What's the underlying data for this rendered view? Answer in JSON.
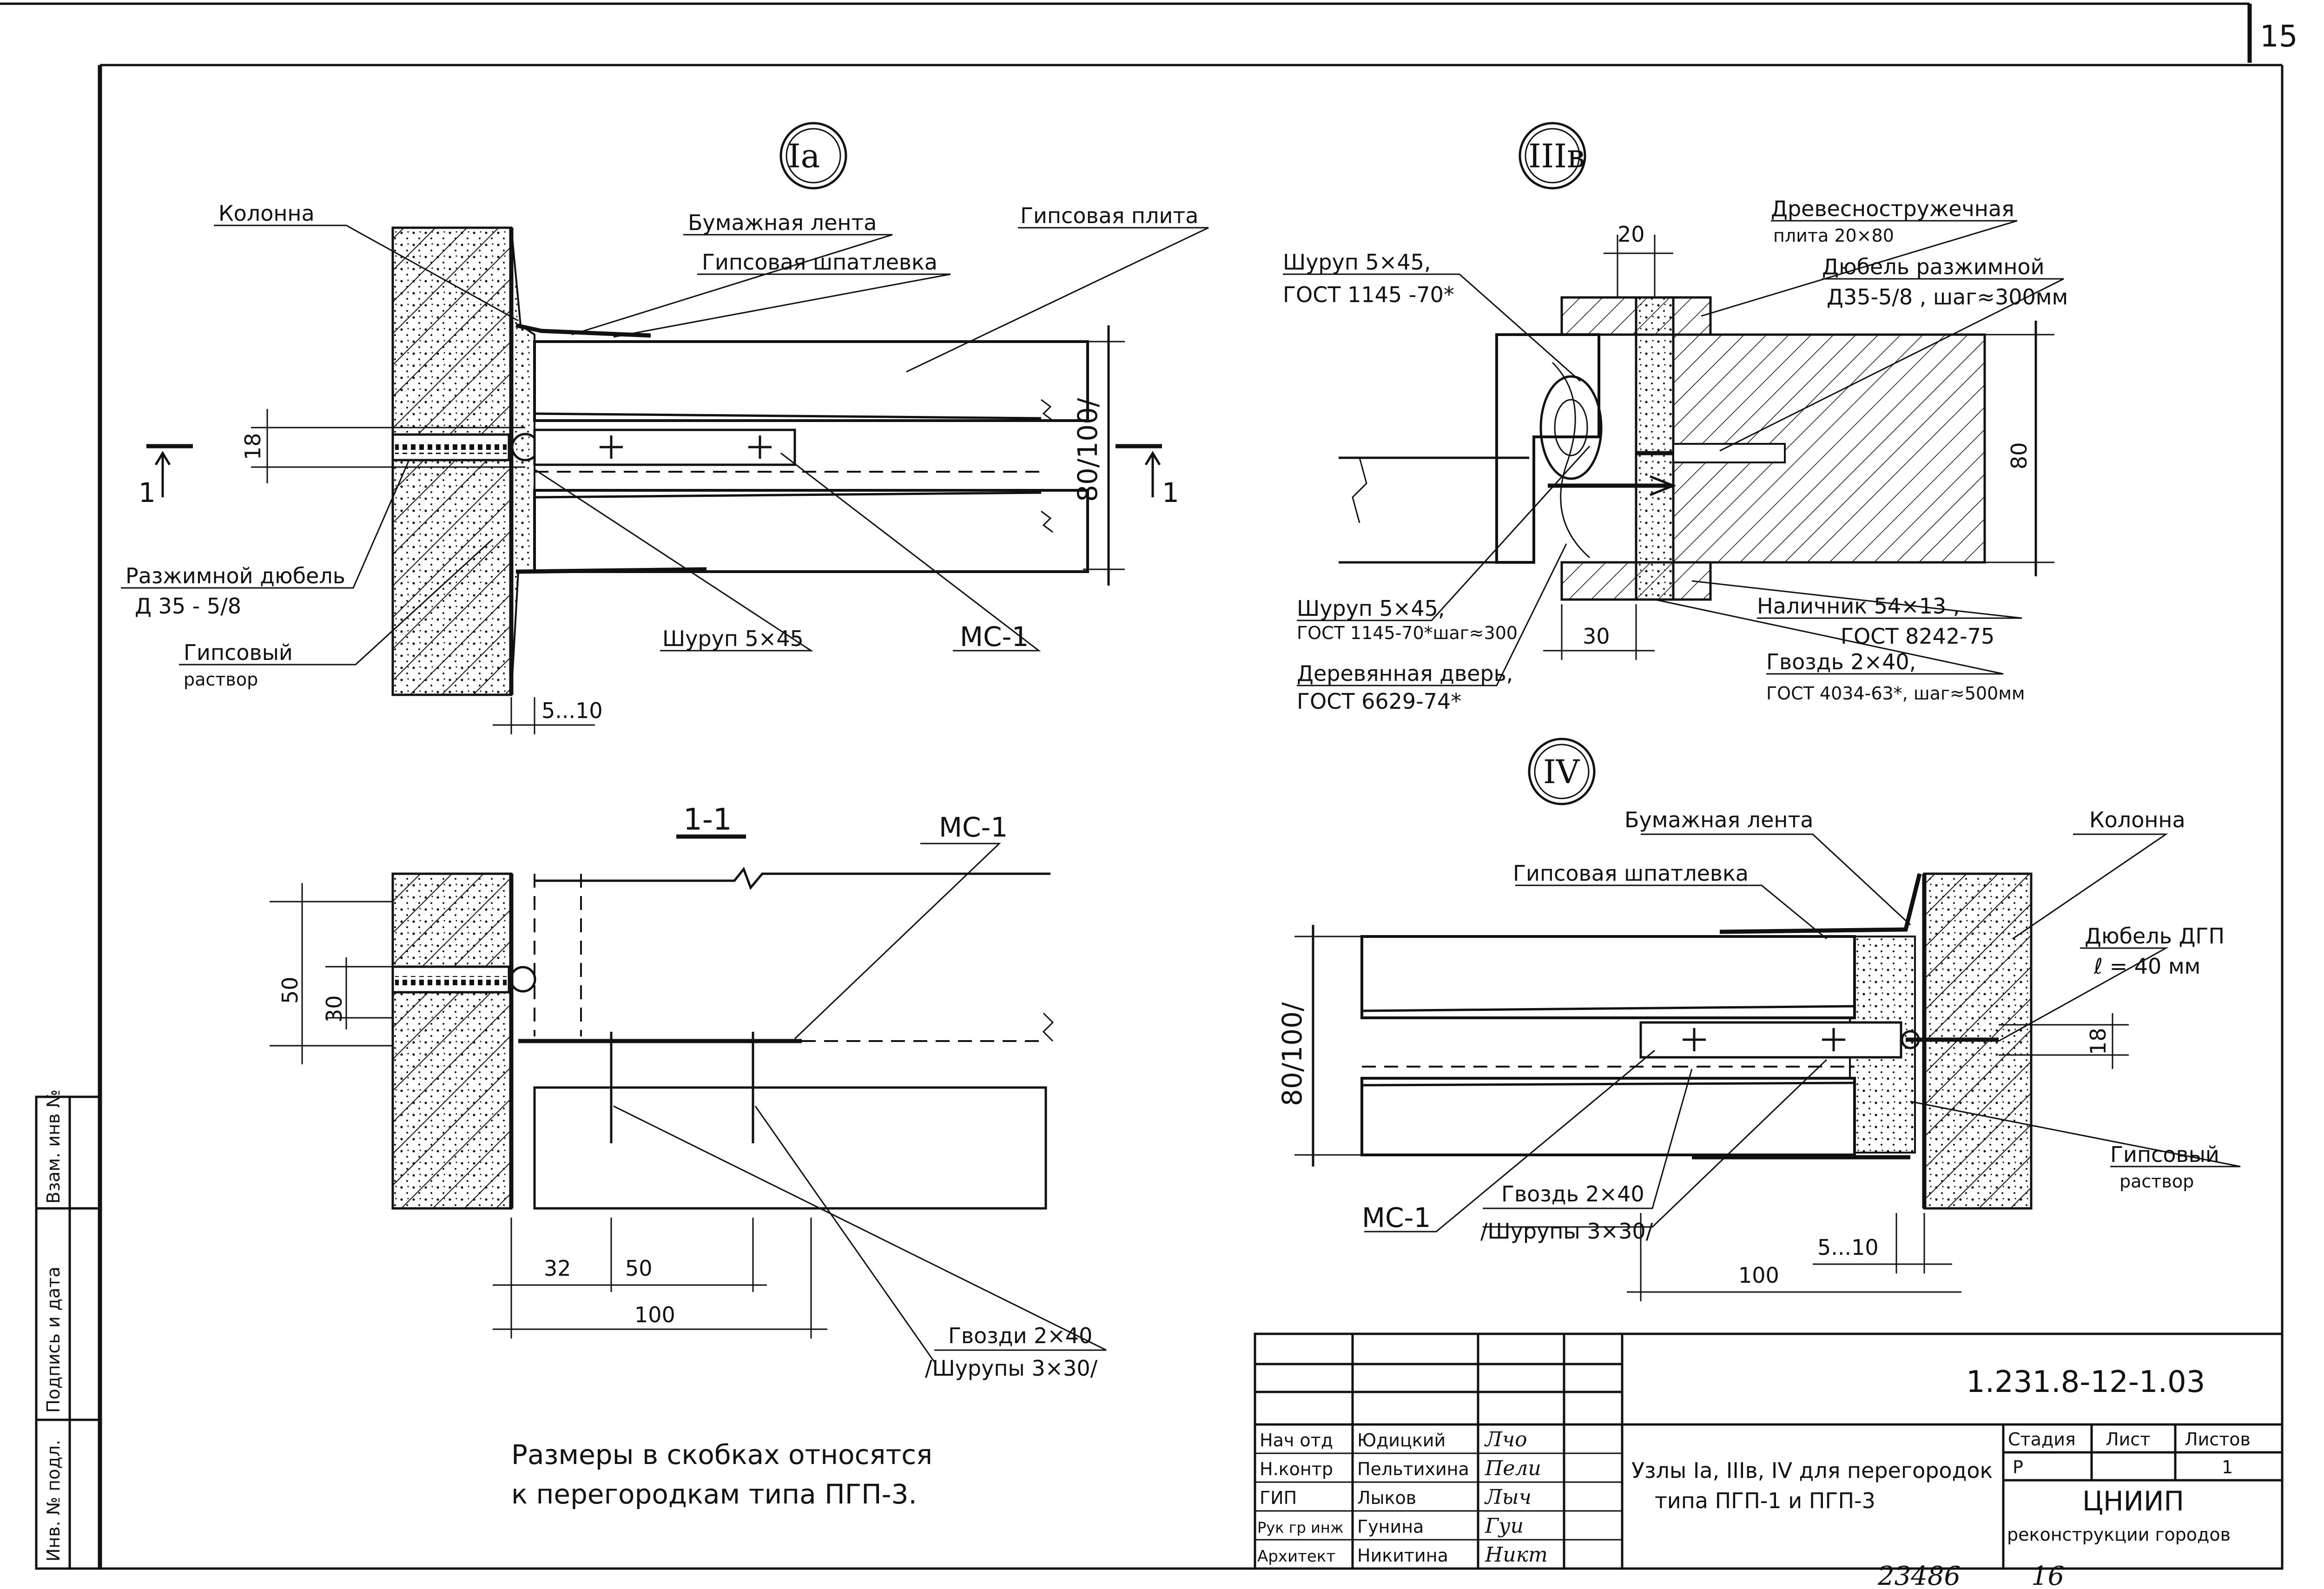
{
  "sheet": {
    "page_number": "15",
    "code": "1.231.8-12-1.03",
    "footer_number": "23486",
    "footer_suffix": "16"
  },
  "node_Ia": {
    "mark": "Ia",
    "labels": {
      "column": "Колонна",
      "paper_tape": "Бумажная лента",
      "gypsum_plate": "Гипсовая плита",
      "gypsum_putty": "Гипсовая шпатлевка",
      "expansion_dowel": "Разжимной дюбель",
      "expansion_dowel_size": "Д 35 - 5/8",
      "gypsum_mortar_1": "Гипсовый",
      "gypsum_mortar_2": "раствор",
      "screw": "Шуруп 5×45",
      "ms": "МС-1"
    },
    "dims": {
      "d18": "18",
      "thick": "80/100/",
      "gap": "5...10"
    },
    "section_marks": {
      "left": "1",
      "right": "1"
    }
  },
  "section_1_1": {
    "title": "1-1",
    "labels": {
      "ms": "МС-1",
      "nails_1": "Гвозди 2×40",
      "nails_2": "/Шурупы 3×30/"
    },
    "dims": {
      "d50": "50",
      "d30": "30",
      "d32": "32",
      "d50b": "50",
      "d100": "100"
    }
  },
  "node_IIIv": {
    "mark": "IIIв",
    "labels": {
      "screw_1a": "Шуруп 5×45,",
      "screw_1b": "ГОСТ 1145 -70*",
      "particle_1": "Древесностружечная",
      "particle_2": "плита 20×80",
      "dowel_1": "Дюбель разжимной",
      "dowel_2": "Д35-5/8 , шаг≈300мм",
      "screw_2a": "Шуруп 5×45,",
      "screw_2b": "ГОСТ 1145-70*шаг≈300",
      "door_1": "Деревянная дверь,",
      "door_2": "ГОСТ 6629-74*",
      "casing_1": "Наличник 54×13 ,",
      "casing_2": "ГОСТ 8242-75",
      "nail_1": "Гвоздь 2×40,",
      "nail_2": "ГОСТ 4034-63*, шаг≈500мм"
    },
    "dims": {
      "d20": "20",
      "d80": "80",
      "d30": "30"
    }
  },
  "node_IV": {
    "mark": "IV",
    "labels": {
      "paper_tape": "Бумажная лента",
      "column": "Колонна",
      "gypsum_putty": "Гипсовая шпатлевка",
      "dowel_1": "Дюбель ДГП",
      "dowel_2": "ℓ = 40 мм",
      "gypsum_mortar_1": "Гипсовый",
      "gypsum_mortar_2": "раствор",
      "ms": "МС-1",
      "nail": "Гвоздь 2×40",
      "screws": "/Шурупы 3×30/"
    },
    "dims": {
      "thick": "80/100/",
      "d18": "18",
      "gap": "5...10",
      "d100": "100"
    }
  },
  "note": {
    "line1": "Размеры в скобках относятся",
    "line2": "к перегородкам типа ПГП-3."
  },
  "side_stamp": {
    "inv_podl": "Инв. № подл.",
    "sign_date": "Подпись и дата",
    "vzam_inv": "Взам. инв №"
  },
  "title_block": {
    "rows": [
      {
        "role": "Нач отд",
        "name": "Юдицкий",
        "sign": "Лчо"
      },
      {
        "role": "Н.контр",
        "name": "Пельтихина",
        "sign": "Пели"
      },
      {
        "role": "ГИП",
        "name": "Лыков",
        "sign": "Лыч"
      },
      {
        "role": "Рук гр инж",
        "name": "Гунина",
        "sign": "Гуи"
      },
      {
        "role": "Архитект",
        "name": "Никитина",
        "sign": "Никт"
      }
    ],
    "title_1": "Узлы Iа, IIIв, IV для перегородок",
    "title_2": "типа ПГП-1 и ПГП-3",
    "stage_label": "Стадия",
    "sheet_label": "Лист",
    "sheets_label": "Листов",
    "stage": "Р",
    "sheet": "",
    "sheets": "1",
    "org_1": "ЦНИИП",
    "org_2": "реконструкции городов"
  }
}
